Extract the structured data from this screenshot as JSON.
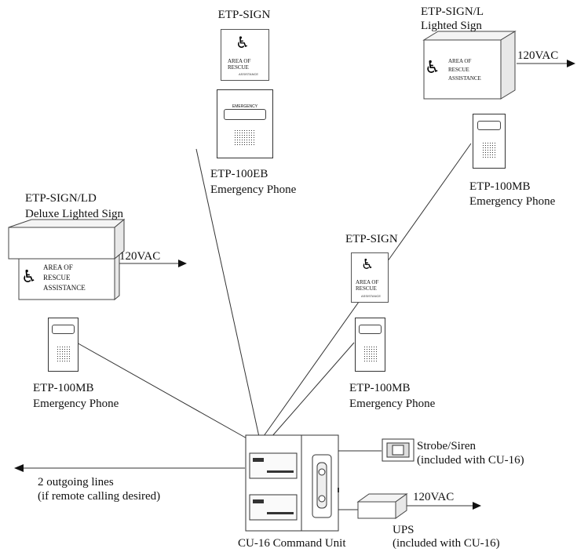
{
  "devices": {
    "top_sign": {
      "label": "ETP-SIGN",
      "sign_lines": [
        "AREA OF",
        "RESCUE"
      ],
      "small_text": "ASSISTANCE"
    },
    "lighted_sign": {
      "label": "ETP-SIGN/L",
      "sublabel": "Lighted Sign",
      "sign_lines": [
        "AREA OF",
        "RESCUE",
        "ASSISTANCE"
      ],
      "power": "120VAC"
    },
    "phone_eb": {
      "label": "ETP-100EB",
      "sublabel": "Emergency Phone",
      "plate_text": "EMERGENCY"
    },
    "phone_mb_right": {
      "label": "ETP-100MB",
      "sublabel": "Emergency Phone"
    },
    "deluxe_sign": {
      "label": "ETP-SIGN/LD",
      "sublabel": "Deluxe Lighted Sign",
      "sign_lines": [
        "AREA OF",
        "RESCUE",
        "ASSISTANCE"
      ],
      "power": "120VAC"
    },
    "mid_sign": {
      "label": "ETP-SIGN",
      "sign_lines": [
        "AREA OF",
        "RESCUE"
      ],
      "small_text": "ASSISTANCE"
    },
    "phone_mb_left": {
      "label": "ETP-100MB",
      "sublabel": "Emergency Phone"
    },
    "phone_mb_mid": {
      "label": "ETP-100MB",
      "sublabel": "Emergency Phone"
    },
    "command_unit": {
      "label": "CU-16 Command Unit"
    },
    "outgoing": {
      "line1": "2 outgoing lines",
      "line2": "(if remote calling desired)"
    },
    "strobe": {
      "label": "Strobe/Siren",
      "note": "(included with CU-16)"
    },
    "ups": {
      "label": "UPS",
      "note": "(included with CU-16)",
      "power": "120VAC"
    }
  },
  "icons": {
    "sign_symbol": "wheelchair-icon"
  },
  "colors": {
    "line": "#333333",
    "outline": "#444444"
  }
}
